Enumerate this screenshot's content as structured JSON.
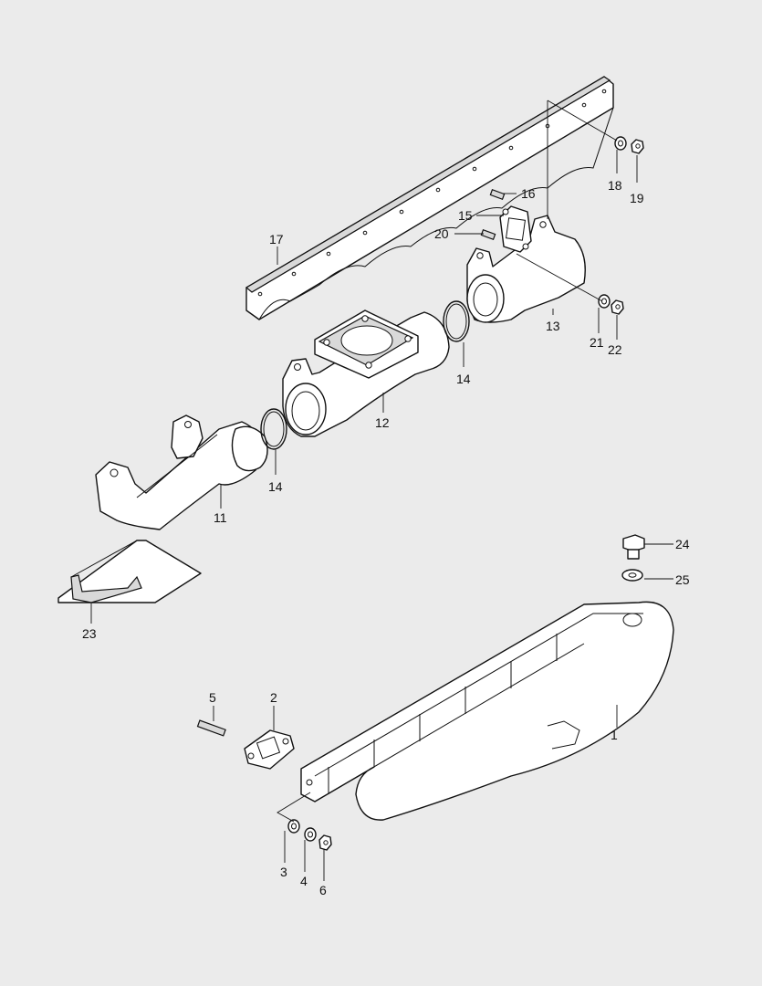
{
  "diagram": {
    "labels": [
      "1",
      "2",
      "3",
      "4",
      "5",
      "6",
      "11",
      "12",
      "13",
      "14",
      "14",
      "15",
      "16",
      "17",
      "18",
      "19",
      "20",
      "21",
      "22",
      "23",
      "24",
      "25"
    ]
  }
}
